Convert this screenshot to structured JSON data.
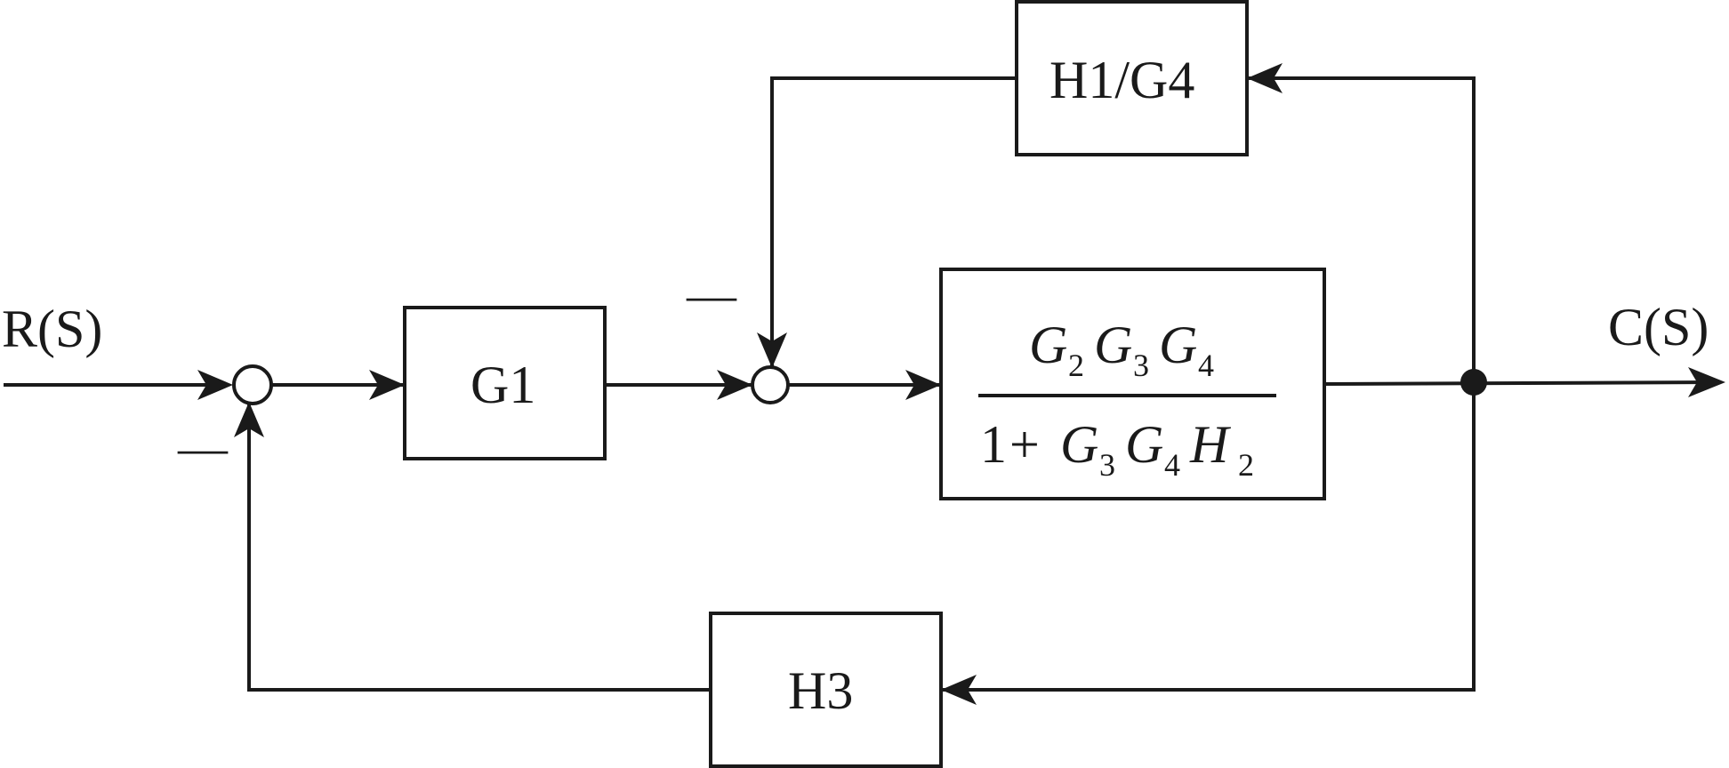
{
  "diagram": {
    "input_label": "R(S)",
    "output_label": "C(S)",
    "blocks": {
      "g1": {
        "main": "G",
        "sub": "1"
      },
      "forward": {
        "numerator": [
          {
            "sym": "G",
            "sub": "2"
          },
          {
            "sym": "G",
            "sub": "3"
          },
          {
            "sym": "G",
            "sub": "4"
          }
        ],
        "denominator_prefix": "1",
        "denominator_op": "+",
        "denominator_terms": [
          {
            "sym": "G",
            "sub": "3"
          },
          {
            "sym": "G",
            "sub": "4"
          },
          {
            "sym": "H",
            "sub": "2"
          }
        ]
      },
      "h1g4": {
        "a": "H",
        "a_sub": "1",
        "slash": "/",
        "b": "G",
        "b_sub": "4"
      },
      "h3": {
        "main": "H",
        "sub": "3"
      }
    },
    "signs": {
      "sum1_feedback": "—",
      "sum2_feedback": "—"
    }
  }
}
